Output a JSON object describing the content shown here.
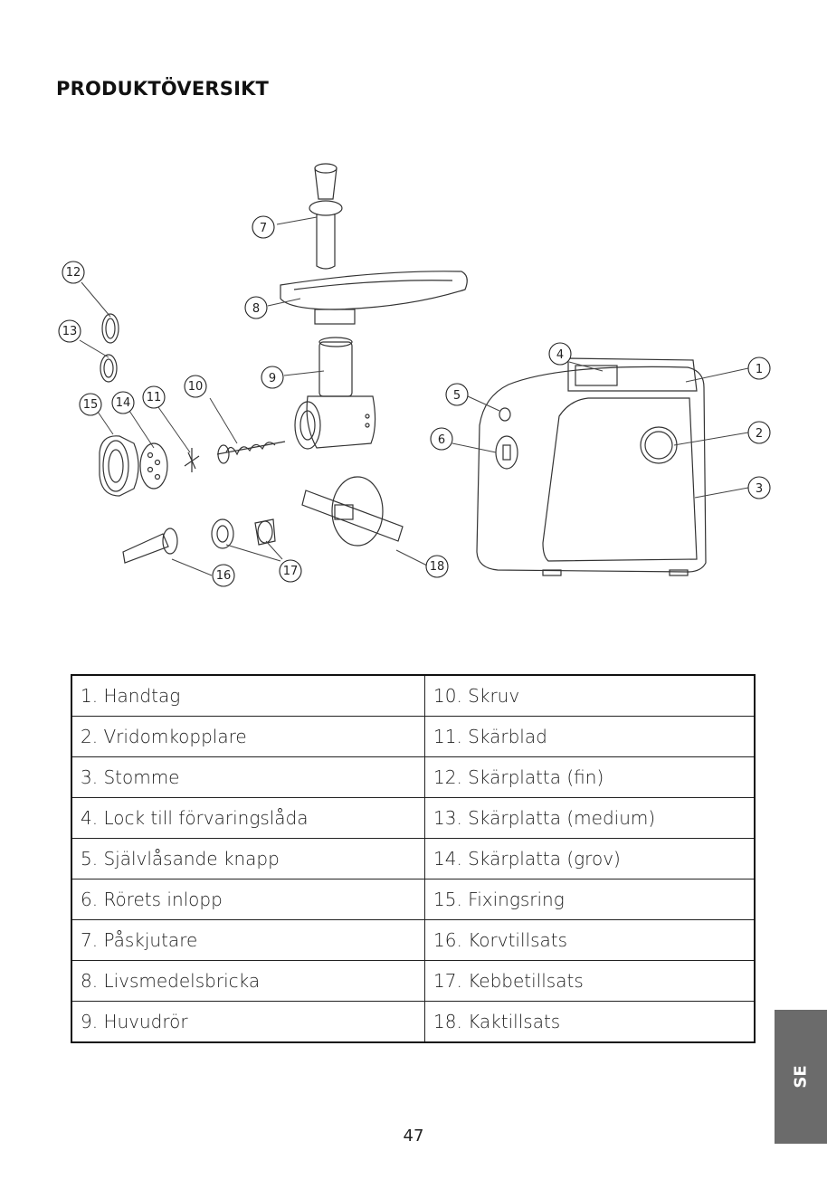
{
  "header": {
    "title": "PRODUKTÖVERSIKT"
  },
  "callouts": [
    "1",
    "2",
    "3",
    "4",
    "5",
    "6",
    "7",
    "8",
    "9",
    "10",
    "11",
    "12",
    "13",
    "14",
    "15",
    "16",
    "17",
    "18"
  ],
  "parts_table": [
    [
      "1. Handtag",
      "10. Skruv"
    ],
    [
      "2. Vridomkopplare",
      "11. Skärblad"
    ],
    [
      "3. Stomme",
      "12. Skärplatta (fin)"
    ],
    [
      "4. Lock till förvaringslåda",
      "13. Skärplatta (medium)"
    ],
    [
      "5. Självlåsande knapp",
      "14. Skärplatta (grov)"
    ],
    [
      "6. Rörets inlopp",
      "15. Fixingsring"
    ],
    [
      "7. Påskjutare",
      "16. Korvtillsats"
    ],
    [
      "8. Livsmedelsbricka",
      "17. Kebbetillsats"
    ],
    [
      "9. Huvudrör",
      "18. Kaktillsats"
    ]
  ],
  "language_tab": "SE",
  "page_number": "47",
  "colors": {
    "tab_background": "#6b6b6b",
    "text": "#222222"
  }
}
